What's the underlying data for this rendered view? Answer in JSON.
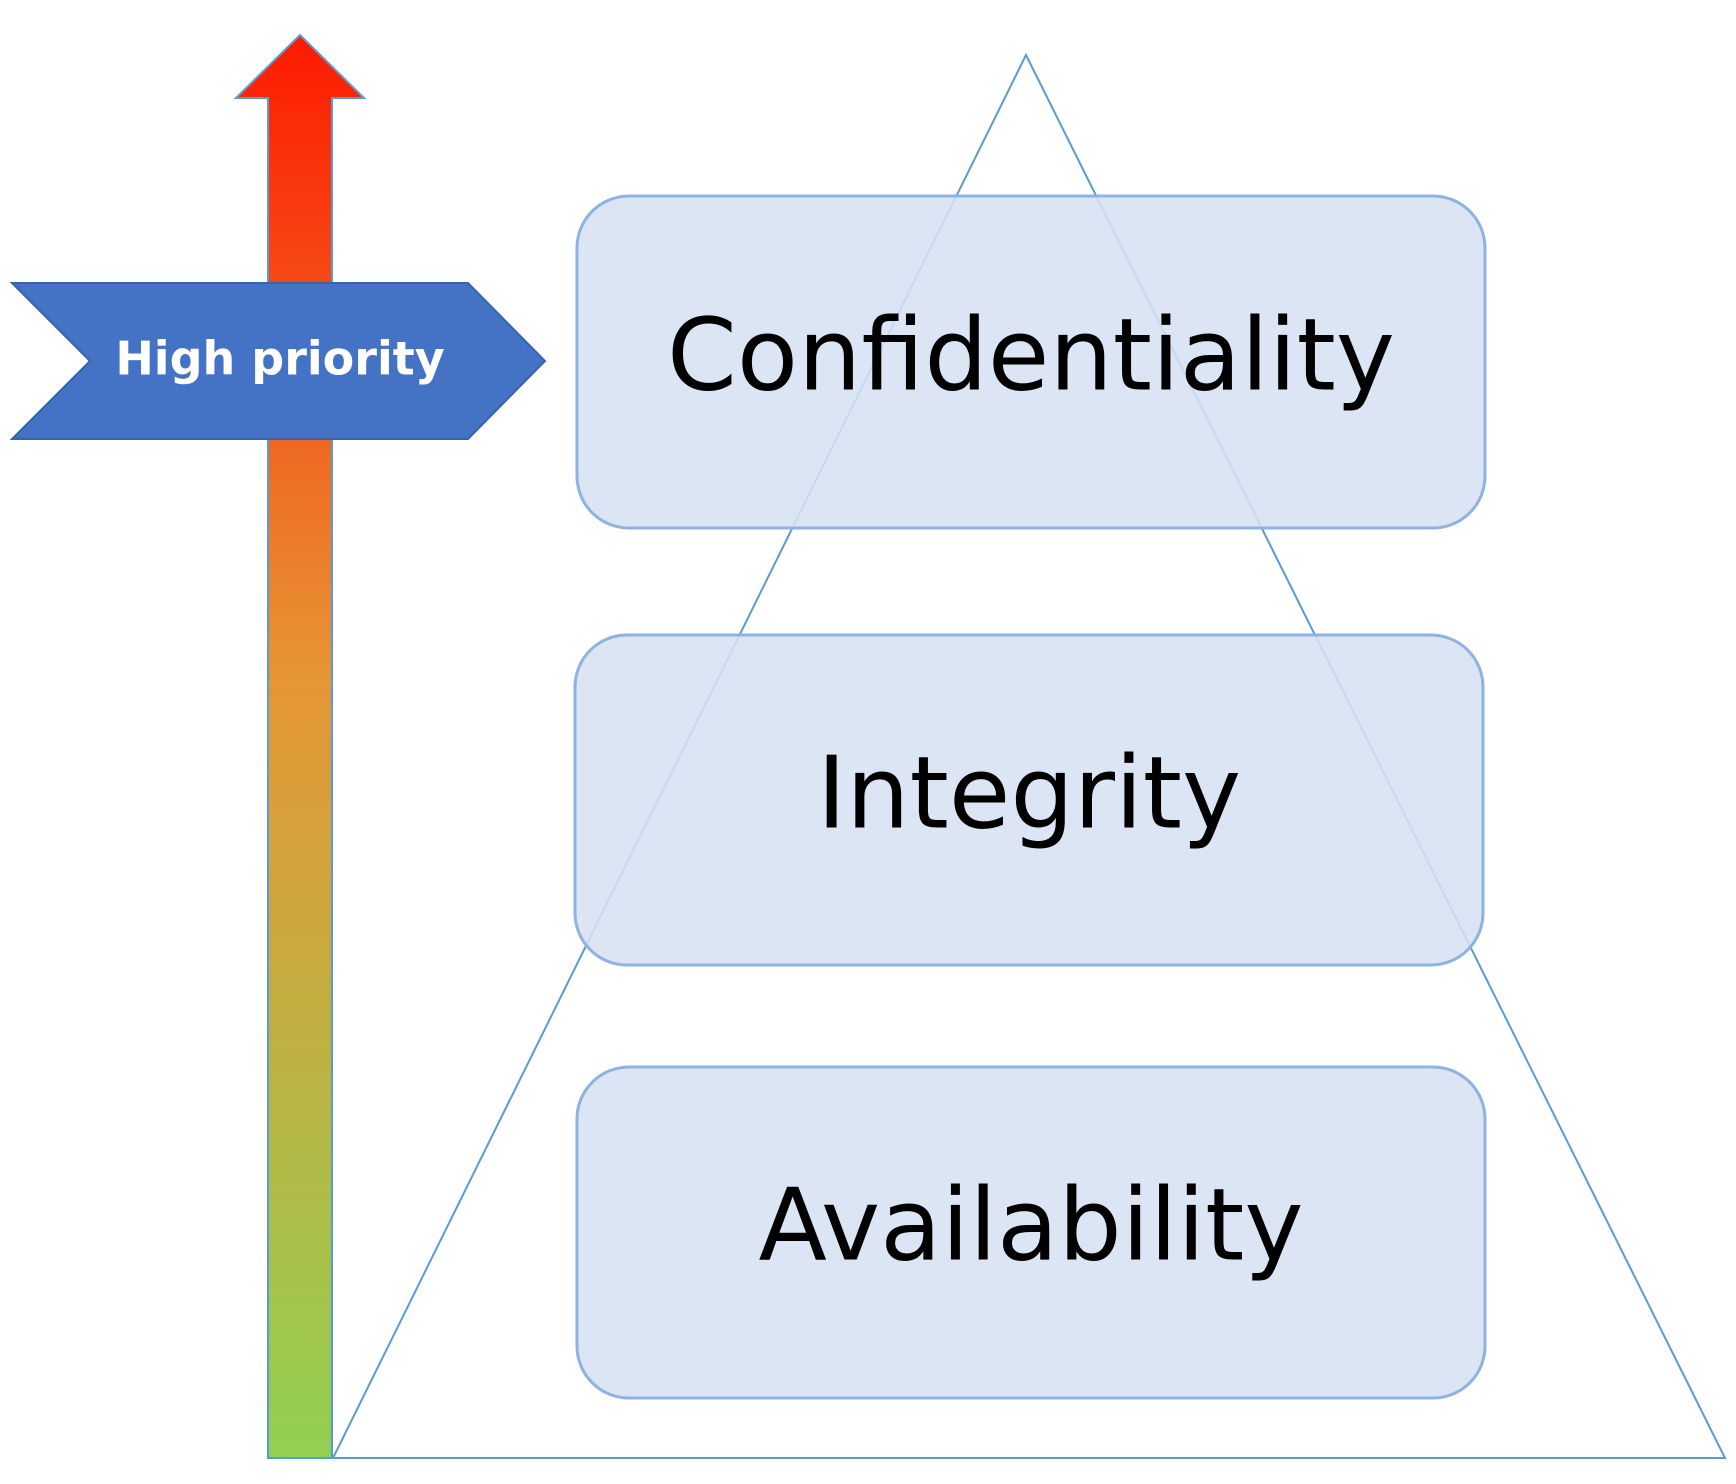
{
  "priority_tag": {
    "label": "High priority"
  },
  "tiers": [
    {
      "label": "Confidentiality"
    },
    {
      "label": "Integrity"
    },
    {
      "label": "Availability"
    }
  ],
  "colors": {
    "tag_fill": "#4472c4",
    "tier_fill": "#d6e1f1",
    "tier_stroke": "#8fb2e3",
    "pyramid_stroke": "#5b9bd5",
    "arrow_top": "#ff1a00",
    "arrow_mid": "#e69535",
    "arrow_bottom": "#92d050"
  }
}
